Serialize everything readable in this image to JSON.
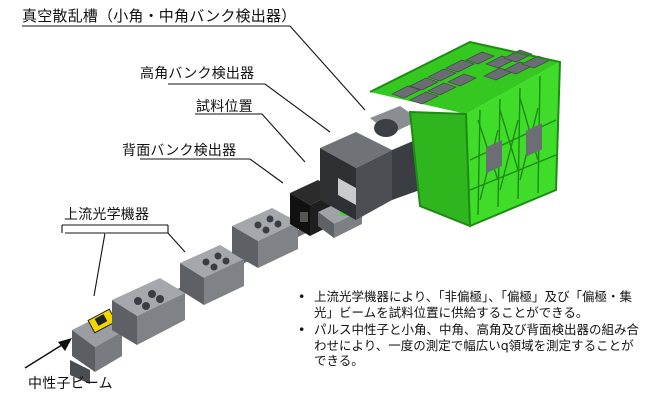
{
  "labels": {
    "vacuum_chamber": "真空散乱槽（小角・中角バンク検出器）",
    "high_angle_bank": "高角バンク検出器",
    "sample_position": "試料位置",
    "backscatter_bank": "背面バンク検出器",
    "upstream_optics": "上流光学機器",
    "neutron_beam": "中性子ビーム"
  },
  "notes": [
    {
      "bullet": "•",
      "text": "上流光学機器により、「非偏極」、「偏極」及び「偏極・集光」ビームを試料位置に供給することができる。"
    },
    {
      "bullet": "•",
      "text": "パルス中性子と小角、中角、高角及び背面検出器の組み合わせにより、一度の測定で幅広いq領域を測定することができる。"
    }
  ],
  "colors": {
    "chamber_green": "#3fdc2a",
    "chamber_dark": "#1f8a14",
    "steel": "#8c8f93",
    "steel_dark": "#4a4d52",
    "detector_black": "#1a1a1a",
    "highlight_yellow": "#f2d600"
  }
}
